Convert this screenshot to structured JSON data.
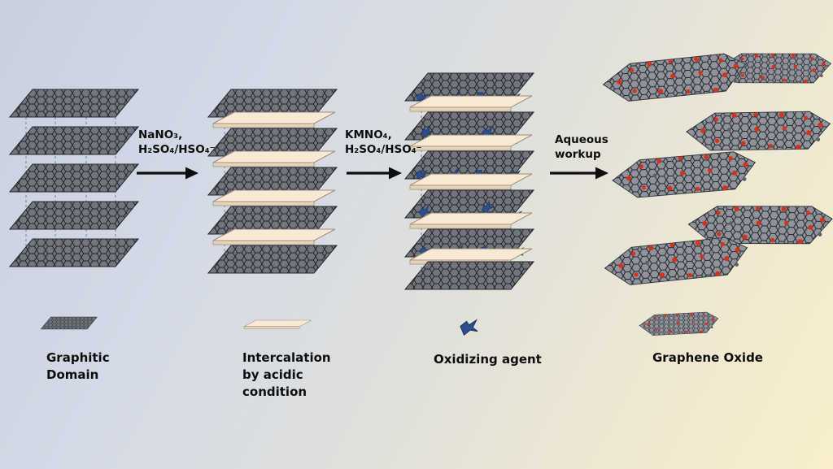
{
  "arrows": [
    {
      "name": "step-1",
      "lines": [
        "NaNO₃,",
        "H₂SO₄/HSO₄⁻"
      ]
    },
    {
      "name": "step-2",
      "lines": [
        "KMNO₄,",
        "H₂SO₄/HSO₄⁻"
      ]
    },
    {
      "name": "step-3",
      "lines": [
        "Aqueous",
        "workup"
      ]
    }
  ],
  "legend": {
    "items": [
      {
        "icon": "graphene-sheet-icon",
        "lines": [
          "Graphitic",
          "Domain"
        ]
      },
      {
        "icon": "intercalation-sheet-icon",
        "lines": [
          "Intercalation",
          "by acidic",
          "condition"
        ]
      },
      {
        "icon": "oxidizer-particle-icon",
        "lines": [
          "Oxidizing agent"
        ]
      },
      {
        "icon": "graphene-oxide-icon",
        "lines": [
          "Graphene Oxide"
        ]
      }
    ]
  },
  "colors": {
    "background_top_left": "#c8d0e0",
    "background_bottom_right": "#f8efca",
    "graphene_base": "#71757d",
    "graphene_mesh": "#24262c",
    "graphene_oxide_base": "#8f939b",
    "intercalation_fill": "#f7e9d4",
    "intercalation_front": "#e5d3b8",
    "oxidizer_blue": "#2f4e90",
    "oxide_red": "#d8301b",
    "dashed_line": "#6d80a3",
    "arrow_black": "#0d0d0d",
    "text": "#0d0d0d"
  }
}
